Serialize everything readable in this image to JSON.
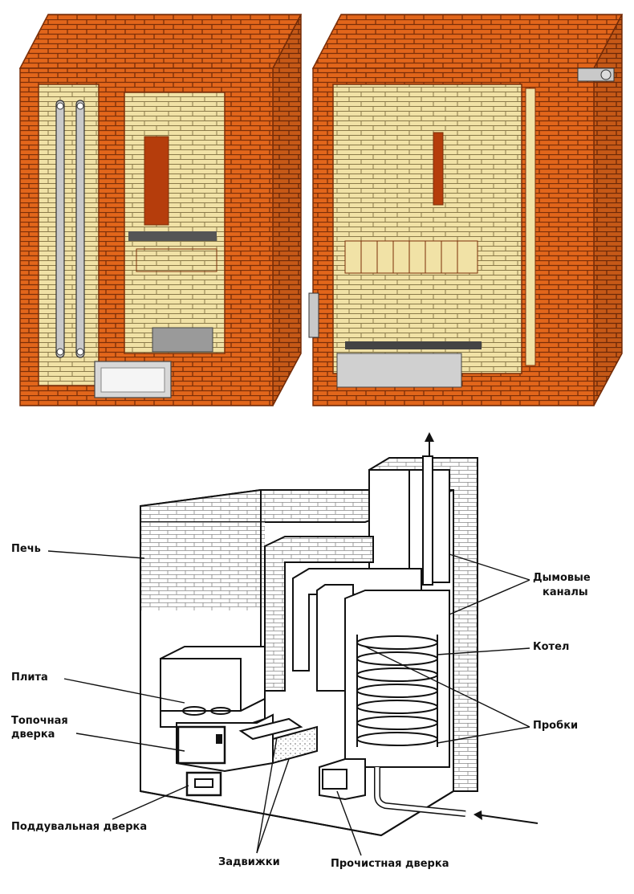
{
  "colors": {
    "brick": "#e2661b",
    "mortar": "#7a2e08",
    "firebrick": "#f1e2a6",
    "firebrick_line": "#8a7a4a",
    "metal": "#c9c9c9",
    "ink": "#111111"
  },
  "labels": {
    "pech": "Печь",
    "dymovye": "Дымовые",
    "kanaly": "каналы",
    "kotel": "Котел",
    "plita": "Плита",
    "topochnaya": "Топочная",
    "dverka": "дверка",
    "probki": "Пробки",
    "podduvalnaya": "Поддувальная дверка",
    "zadvizhki": "Задвижки",
    "prochistnaya": "Прочистная дверка"
  },
  "icons": {
    "flue_out": "arrow-up-icon",
    "water_in": "arrow-left-icon"
  }
}
